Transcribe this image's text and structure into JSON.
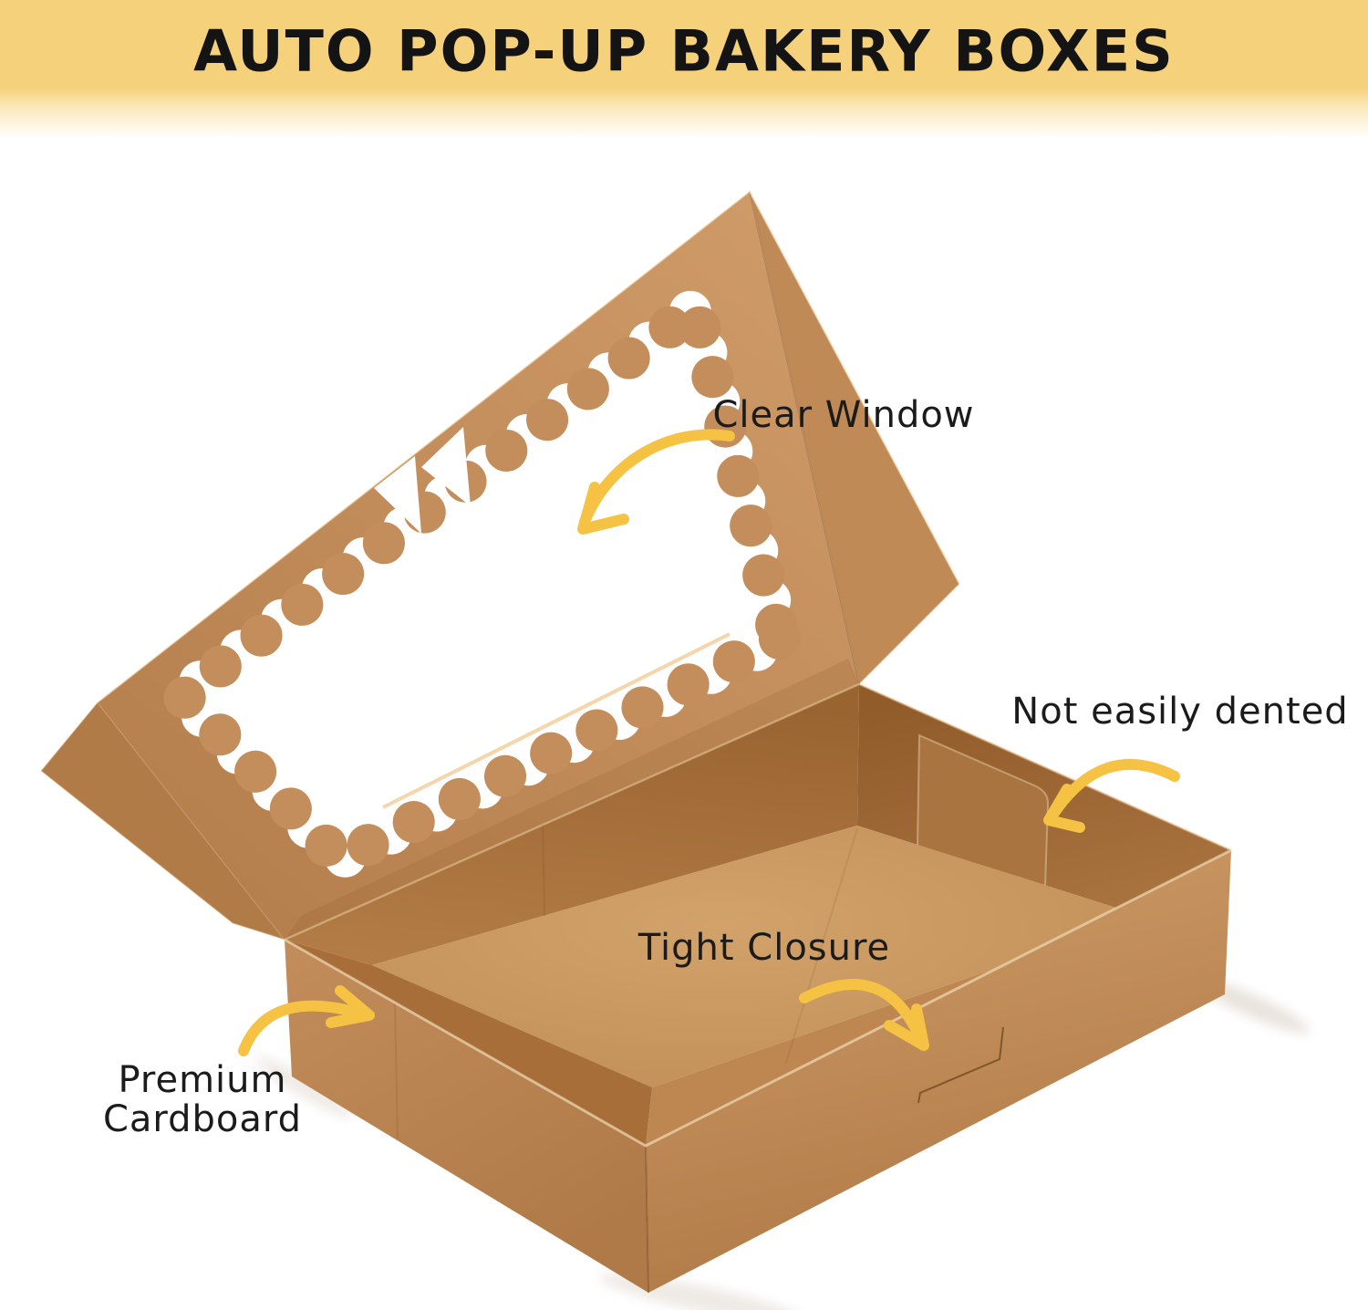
{
  "banner": {
    "title": "AUTO POP-UP BAKERY BOXES",
    "background_color": "#F6D17B",
    "text_color": "#141414"
  },
  "product": {
    "name": "auto pop-up kraft bakery box with clear window",
    "state": "open lid showing scalloped clear window and empty tray"
  },
  "annotations": {
    "clear_window": {
      "label": "Clear Window"
    },
    "not_easily_dented": {
      "label": "Not easily dented"
    },
    "tight_closure": {
      "label": "Tight Closure"
    },
    "premium_cardboard": {
      "line1": "Premium",
      "line2": "Cardboard"
    }
  },
  "colors": {
    "arrow": "#F5C244",
    "banner_yellow": "#F6D17B",
    "kraft_frame": "#C38E5B",
    "kraft_front_left_wall": "#BC8754",
    "kraft_front_right_wall": "#C6935F",
    "kraft_interior_dark": "#9E6834",
    "kraft_floor": "#CB9A62",
    "window": "#FFFFFF",
    "annotation_text": "#1B1B1B"
  }
}
